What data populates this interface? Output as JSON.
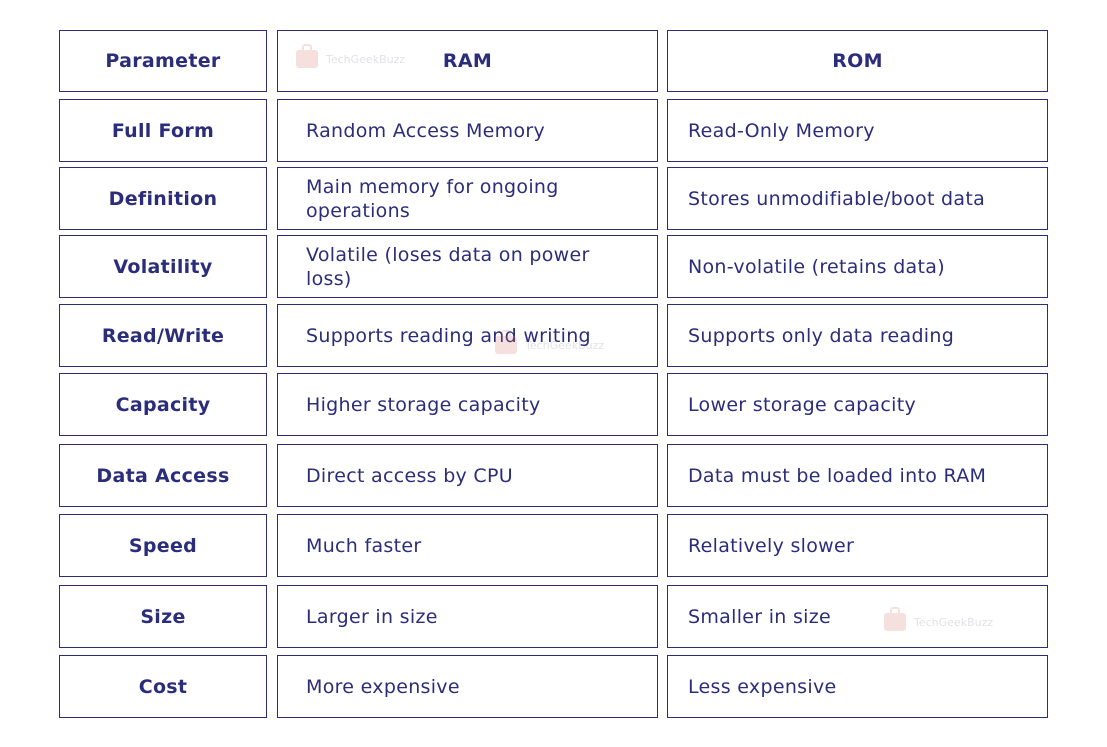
{
  "header": {
    "parameter": "Parameter",
    "ram": "RAM",
    "rom": "ROM"
  },
  "rows": [
    {
      "param": "Full Form",
      "ram": "Random Access Memory",
      "rom": "Read-Only Memory"
    },
    {
      "param": "Definition",
      "ram": "Main memory for ongoing operations",
      "rom": "Stores unmodifiable/boot data"
    },
    {
      "param": "Volatility",
      "ram": "Volatile (loses data on power loss)",
      "rom": "Non-volatile (retains data)"
    },
    {
      "param": "Read/Write",
      "ram": "Supports reading and writing",
      "rom": "Supports only data reading"
    },
    {
      "param": "Capacity",
      "ram": "Higher storage capacity",
      "rom": "Lower storage capacity"
    },
    {
      "param": "Data Access",
      "ram": "Direct access by CPU",
      "rom": "Data must be loaded into RAM"
    },
    {
      "param": "Speed",
      "ram": "Much faster",
      "rom": "Relatively slower"
    },
    {
      "param": "Size",
      "ram": "Larger in size",
      "rom": "Smaller in size"
    },
    {
      "param": "Cost",
      "ram": "More expensive",
      "rom": "Less expensive"
    }
  ],
  "watermark": {
    "text": "TechGeekBuzz",
    "icon": "bag-logo-icon"
  },
  "colors": {
    "text": "#2b2d7a",
    "border": "#2b2d7a",
    "background": "#ffffff"
  }
}
